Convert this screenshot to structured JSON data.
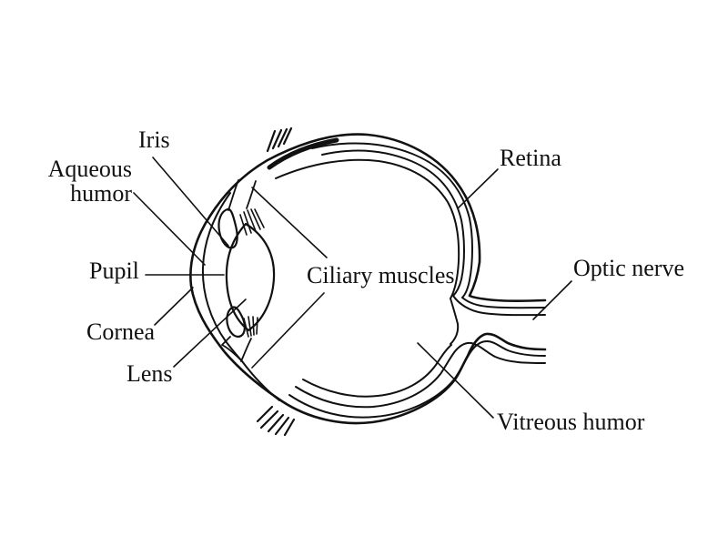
{
  "diagram": {
    "description": "Cross-section diagram of the human eye with labeled anatomy",
    "labels": {
      "iris": "Iris",
      "aqueous_humor": "Aqueous humor",
      "pupil": "Pupil",
      "cornea": "Cornea",
      "lens": "Lens",
      "ciliary_muscles": "Ciliary muscles",
      "retina": "Retina",
      "optic_nerve": "Optic nerve",
      "vitreous_humor": "Vitreous humor"
    },
    "colors": {
      "line": "#111111",
      "background": "#ffffff"
    }
  }
}
